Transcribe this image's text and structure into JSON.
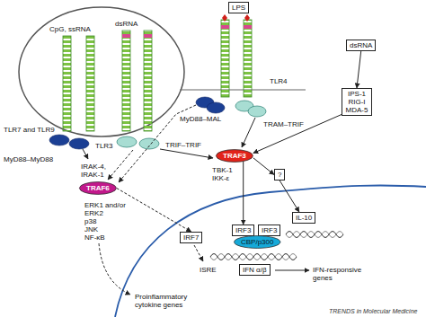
{
  "diagram": {
    "nodes": [
      {
        "text": [
          "LPS"
        ]
      },
      {
        "text": [
          "dsRNA"
        ]
      },
      {
        "text": [
          "IPS-1 RIG-I MDA-5"
        ]
      },
      {
        "text": [
          "TRAF3"
        ]
      },
      {
        "text": [
          "TRAF6"
        ]
      },
      {
        "text": [
          "?"
        ]
      },
      {
        "text": [
          "IRF7"
        ]
      },
      {
        "text": [
          "IRF3"
        ]
      },
      {
        "text": [
          "IRF3"
        ]
      },
      {
        "text": [
          "CBP/p300"
        ]
      },
      {
        "text": [
          "IL-10"
        ]
      },
      {
        "text": [
          "IFN α/β"
        ]
      }
    ],
    "edges": [
      {
        "from": 1,
        "to": 2,
        "arrow": "to"
      },
      {
        "from": 2,
        "to": 3,
        "arrow": "to"
      },
      {
        "from": 3,
        "to": 5,
        "arrow": "to"
      },
      {
        "from": 5,
        "to": 10,
        "arrow": "to"
      },
      {
        "from": 3,
        "to": 7,
        "arrow": "to"
      },
      {
        "from": 4,
        "to": 6,
        "arrow": "to"
      }
    ],
    "labels": [
      "CpG, ssRNA",
      "dsRNA",
      "TLR7 and TLR9",
      "TLR3",
      "TLR4",
      "MyD88–MAL",
      "TRIF–TRIF",
      "TRAM–TRIF",
      "MyD88–MyD88",
      "IRAK-4, IRAK-1",
      "ERK1 and/or",
      "ERK2",
      "p38",
      "JNK",
      "NF-κB",
      "TBK-1",
      "IKK-ε",
      "ISRE",
      "IFN-responsive genes",
      "Proinflammatory cytokine genes",
      "TRENDS in Molecular Medicine"
    ]
  }
}
